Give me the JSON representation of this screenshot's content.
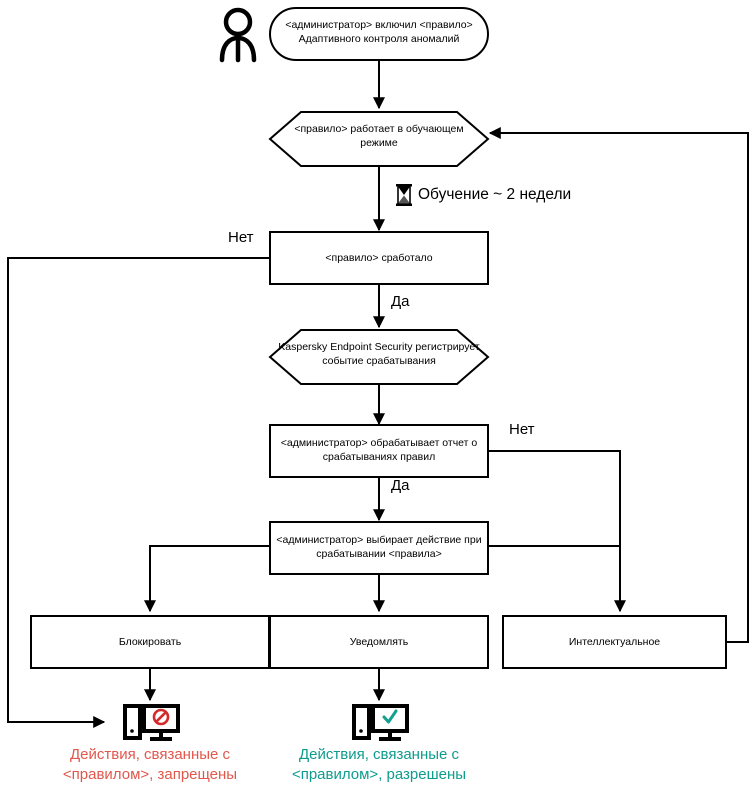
{
  "diagram": {
    "title": "Adaptive Anomaly Control rule workflow",
    "colors": {
      "stroke": "#000000",
      "denied": "#e2574c",
      "allowed": "#0e9c8e",
      "background": "#ffffff"
    },
    "actor_icon": "person-icon",
    "nodes": {
      "start": {
        "shape": "rounded-rectangle",
        "line1": "<администратор> включил <правило>",
        "line2": "Адаптивного контроля аномалий"
      },
      "learning_mode": {
        "shape": "hexagon",
        "line1": "<правило> работает в обучающем",
        "line2": "режиме"
      },
      "rule_triggered": {
        "shape": "rectangle",
        "line1": "<правило> сработало"
      },
      "kes_registers": {
        "shape": "hexagon",
        "line1": "Kaspersky Endpoint Security регистрирует",
        "line2": "событие срабатывания"
      },
      "admin_processes_report": {
        "shape": "rectangle",
        "line1": "<администратор> обрабатывает отчет о",
        "line2": "срабатываниях правил"
      },
      "admin_selects_action": {
        "shape": "rectangle",
        "line1": "<администратор> выбирает действие при",
        "line2": "срабатывании <правила>"
      },
      "action_block": {
        "shape": "rectangle",
        "line1": "Блокировать"
      },
      "action_notify": {
        "shape": "rectangle",
        "line1": "Уведомлять"
      },
      "action_smart": {
        "shape": "rectangle",
        "line1": "Интеллектуальное"
      }
    },
    "wait": {
      "icon": "hourglass-icon",
      "label": "Обучение ~ 2 недели"
    },
    "edge_labels": {
      "triggered_no": "Нет",
      "triggered_yes": "Да",
      "report_no": "Нет",
      "report_yes": "Да"
    },
    "outcomes": {
      "denied": {
        "icon": "computer-blocked-icon",
        "line1": "Действия, связанные с",
        "line2": "<правилом>, запрещены",
        "color": "#e2574c"
      },
      "allowed": {
        "icon": "computer-allowed-icon",
        "line1": "Действия, связанные с",
        "line2": "<правилом>, разрешены",
        "color": "#0e9c8e"
      }
    }
  }
}
